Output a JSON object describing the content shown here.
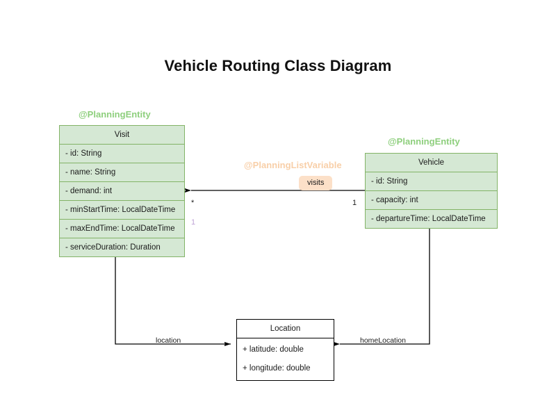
{
  "diagram": {
    "title": "Vehicle Routing Class Diagram",
    "type": "uml-class-diagram",
    "background": "#ffffff",
    "colors": {
      "entity_fill": "#d5e8d4",
      "entity_border": "#82b366",
      "entity_stereotype": "#8ecf7d",
      "listvar_stereotype": "#f8cfa8",
      "label_chip_fill": "#fce0c8",
      "plain_fill": "#ffffff",
      "plain_border": "#000000",
      "muted_multiplicity": "#bfa3d6"
    }
  },
  "classes": {
    "visit": {
      "stereotype": "@PlanningEntity",
      "name": "Visit",
      "attributes": [
        "- id: String",
        "- name: String",
        "- demand: int",
        "- minStartTime: LocalDateTime",
        "- maxEndTime: LocalDateTime",
        "- serviceDuration: Duration"
      ]
    },
    "vehicle": {
      "stereotype": "@PlanningEntity",
      "name": "Vehicle",
      "attributes": [
        "- id: String",
        "- capacity: int",
        "- departureTime: LocalDateTime"
      ]
    },
    "location": {
      "name": "Location",
      "attributes": [
        "+ latitude: double",
        "+ longitude: double"
      ]
    }
  },
  "relationships": {
    "visits": {
      "stereotype": "@PlanningListVariable",
      "label": "visits",
      "source": "Vehicle",
      "target": "Visit",
      "source_multiplicity": "1",
      "target_multiplicity": "*",
      "inverse_multiplicity": "1"
    },
    "visit_location": {
      "label": "location",
      "source": "Visit",
      "target": "Location"
    },
    "vehicle_home_location": {
      "label": "homeLocation",
      "source": "Vehicle",
      "target": "Location"
    }
  }
}
